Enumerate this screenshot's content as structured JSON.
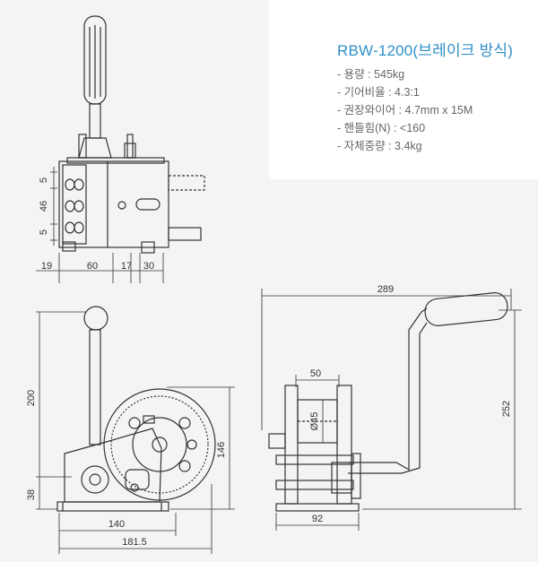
{
  "spec": {
    "title": "RBW-1200(브레이크 방식)",
    "rows": [
      "- 용량 : 545kg",
      "- 기어비율 : 4.3:1",
      "- 권장와이어 : 4.7mm x 15M",
      "- 핸들힘(N) : <160",
      "- 자체중량 : 3.4kg"
    ]
  },
  "top_view": {
    "vertical_dims": [
      "5",
      "46",
      "5"
    ],
    "horizontal_dims": [
      "19",
      "60",
      "17",
      "30"
    ]
  },
  "front_view": {
    "vertical_dims": [
      "200",
      "38",
      "146"
    ],
    "horizontal_dims": [
      "140",
      "181.5"
    ]
  },
  "side_view": {
    "dims": [
      "289",
      "50",
      "Ø45",
      "252",
      "92"
    ]
  }
}
